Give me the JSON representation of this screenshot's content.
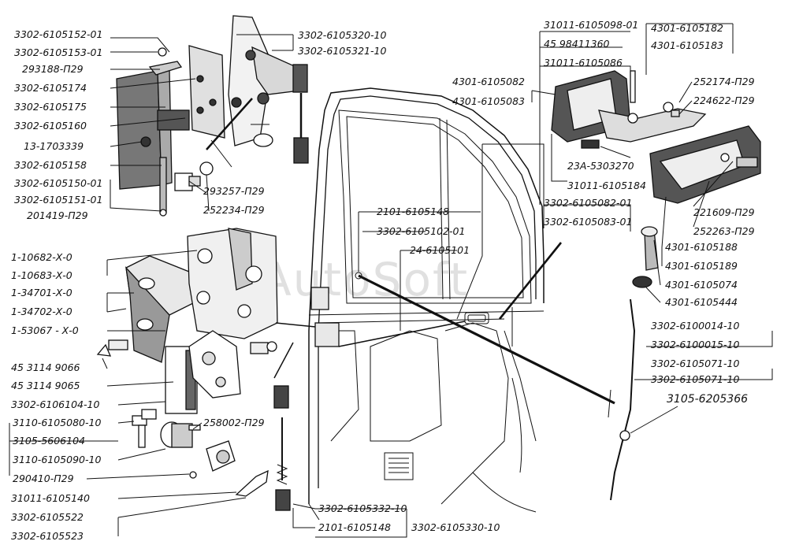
{
  "watermark": "AutoSoft",
  "labels": {
    "l01": "3302-6105152-01",
    "l02": "3302-6105153-01",
    "l03": "293188-П29",
    "l04": "3302-6105174",
    "l05": "3302-6105175",
    "l06": "3302-6105160",
    "l07": "13-1703339",
    "l08": "3302-6105158",
    "l09": "3302-6105150-01",
    "l10": "3302-6105151-01",
    "l11": "201419-П29",
    "l12": "3302-6105320-10",
    "l13": "3302-6105321-10",
    "l14": "293257-П29",
    "l15": "252234-П29",
    "l16": "1-10682-Х-0",
    "l17": "1-10683-Х-0",
    "l18": "1-34701-Х-0",
    "l19": "1-34702-Х-0",
    "l20": "1-53067 - Х-0",
    "l21": "45 3114 9066",
    "l22": "45 3114 9065",
    "l23": "3302-6106104-10",
    "l24": "3110-6105080-10",
    "l25": "3105-5606104",
    "l26": "3110-6105090-10",
    "l27": "258002-П29",
    "l28": "290410-П29",
    "l29": "31011-6105140",
    "l30": "3302-6105522",
    "l31": "3302-6105523",
    "l32": "2101-6105148",
    "l33": "3302-6105102-01",
    "l34": "24-6105101",
    "l35": "3302-6105332-10",
    "l36": "2101-6105148",
    "l37": "3302-6105330-10",
    "l38": "31011-6105098-01",
    "l39": "45 98411360",
    "l40": "31011-6105086",
    "l41": "4301-6105082",
    "l42": "4301-6105083",
    "l43": "4301-6105182",
    "l44": "4301-6105183",
    "l45": "252174-П29",
    "l46": "224622-П29",
    "l47": "23А-5303270",
    "l48": "31011-6105184",
    "l49": "3302-6105082-01",
    "l50": "3302-6105083-01",
    "l51": "221609-П29",
    "l52": "252263-П29",
    "l53": "4301-6105188",
    "l54": "4301-6105189",
    "l55": "4301-6105074",
    "l56": "4301-6105444",
    "l57": "3302-6100014-10",
    "l58": "3302-6100015-10",
    "l59": "3302-6105071-10",
    "l60": "3302-6105071-10",
    "l61": "3105-6205366"
  }
}
